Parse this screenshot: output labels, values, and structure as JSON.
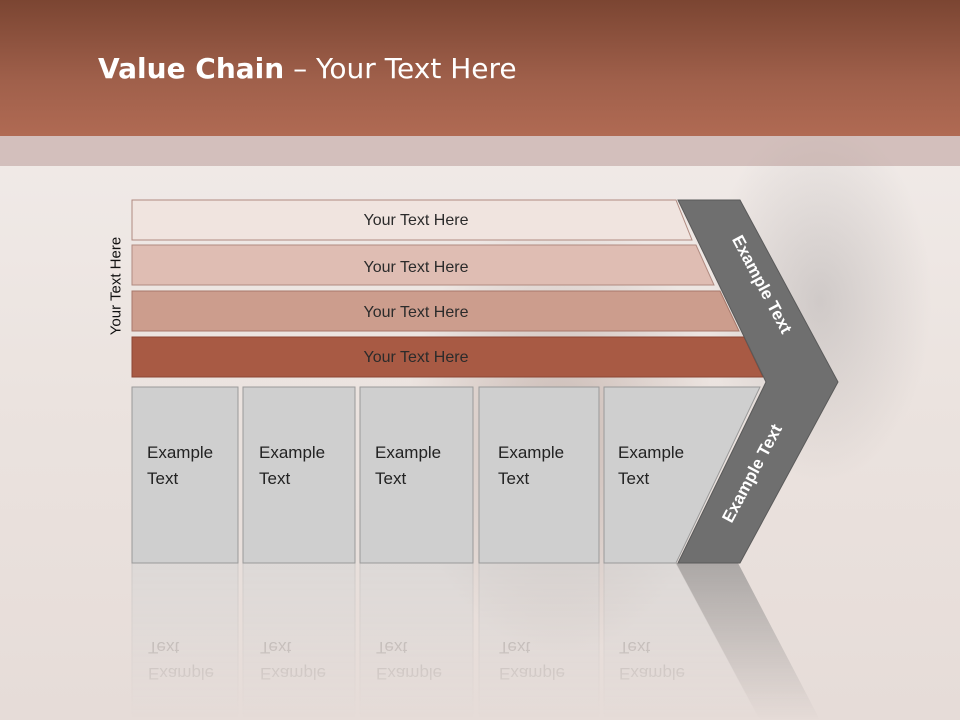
{
  "title": {
    "bold": "Value Chain",
    "rest": " – Your Text Here"
  },
  "side_label": "Your Text Here",
  "rows": [
    {
      "label": "Your Text Here",
      "color": "#f0e4df"
    },
    {
      "label": "Your Text Here",
      "color": "#dfbdb3"
    },
    {
      "label": "Your Text Here",
      "color": "#cc9d8d"
    },
    {
      "label": "Your Text Here",
      "color": "#a85a44"
    }
  ],
  "boxes": [
    {
      "line1": "Example",
      "line2": "Text"
    },
    {
      "line1": "Example",
      "line2": "Text"
    },
    {
      "line1": "Example",
      "line2": "Text"
    },
    {
      "line1": "Example",
      "line2": "Text"
    },
    {
      "line1": "Example",
      "line2": "Text"
    }
  ],
  "chevron": {
    "upper_label": "Example Text",
    "lower_label": "Example Text",
    "color": "#6f6f6f"
  },
  "colors": {
    "title_band": "#a0604b",
    "box_fill": "#cfcfcf"
  }
}
